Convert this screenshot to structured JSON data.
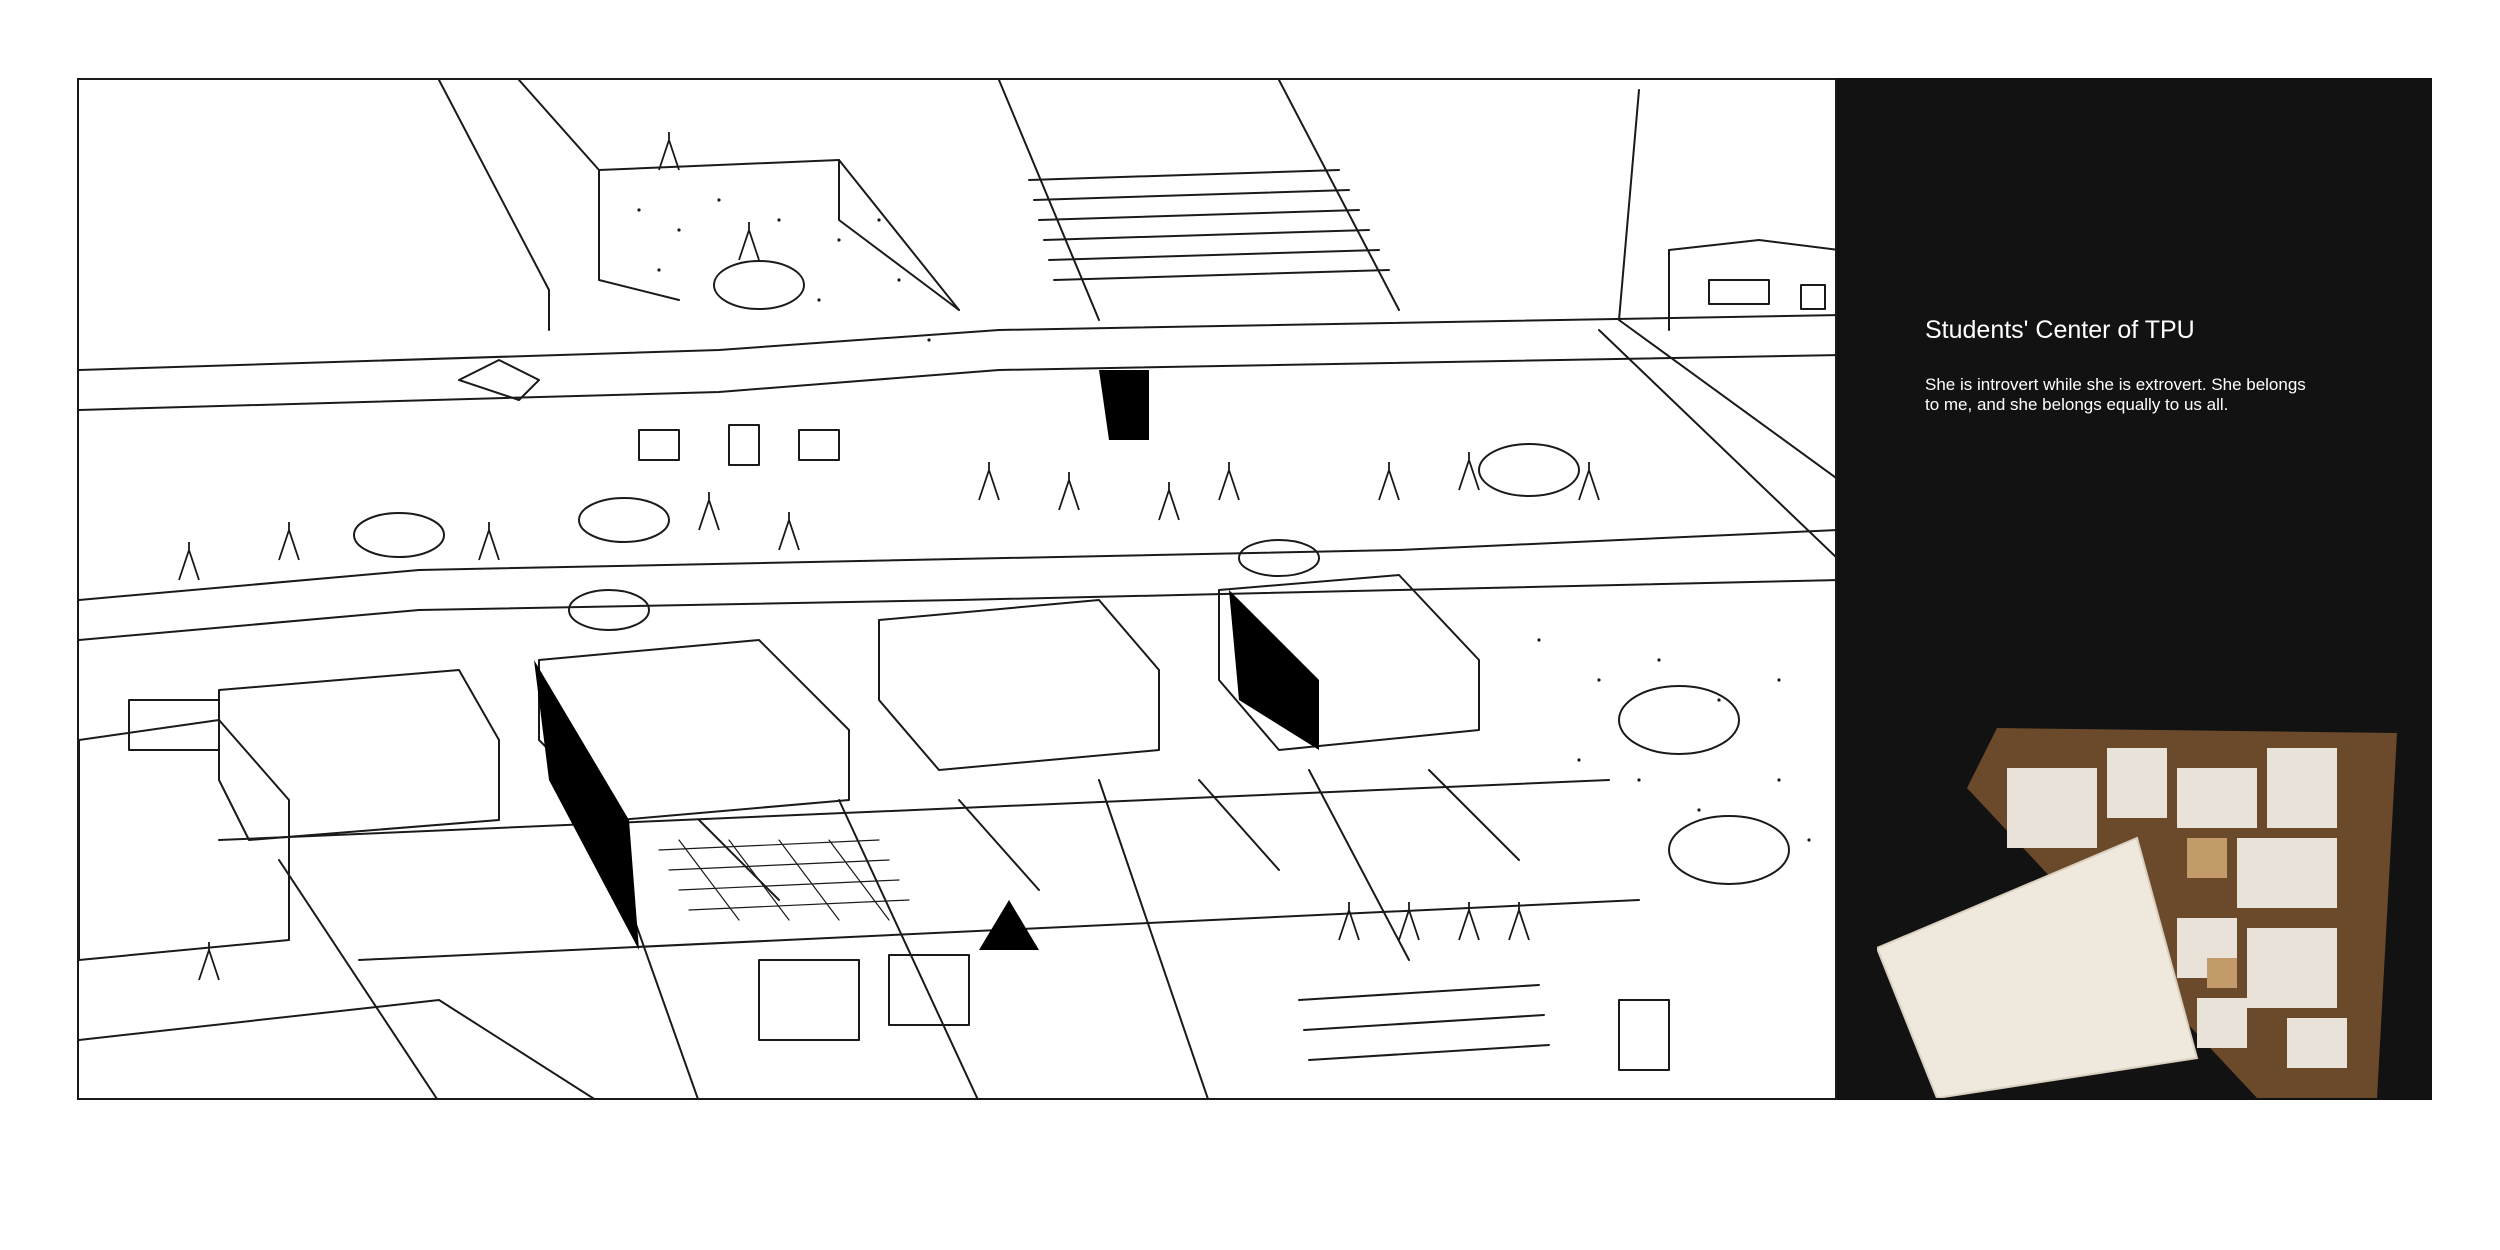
{
  "panel": {
    "title": "Students'  Center of TPU",
    "description_line1": "She is introvert while she is extrovert. She belongs",
    "description_line2": "to me,  and she belongs equally to us all."
  },
  "colors": {
    "panel_background": "#121212",
    "sketch_ink": "#1a1a1a",
    "page_background": "#ffffff",
    "model_wood": "#6b4a2b",
    "model_white": "#e8e2d8"
  },
  "icons": {
    "sketch": "axonometric-line-drawing",
    "model": "physical-model-photo-top-view"
  }
}
